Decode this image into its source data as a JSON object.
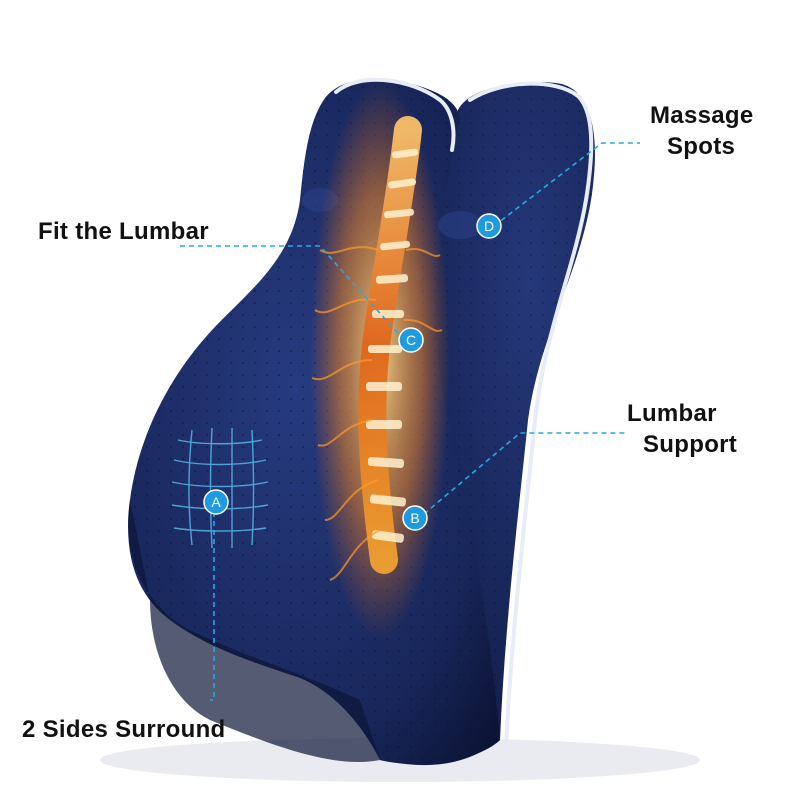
{
  "labels": {
    "massage_line1": "Massage",
    "massage_line2": "Spots",
    "fit_lumbar": "Fit the Lumbar",
    "lumbar_line1": "Lumbar",
    "lumbar_line2": "Support",
    "sides": "2 Sides Surround"
  },
  "markers": {
    "a": "A",
    "b": "B",
    "c": "C",
    "d": "D"
  },
  "colors": {
    "pillow": "#1b2a5e",
    "pillow_dark": "#0d1638",
    "piping": "#e8ecf4",
    "callout_line": "#2aa7e6",
    "marker_fill": "#1e9be0",
    "spine_glow": "#f08a1c"
  }
}
